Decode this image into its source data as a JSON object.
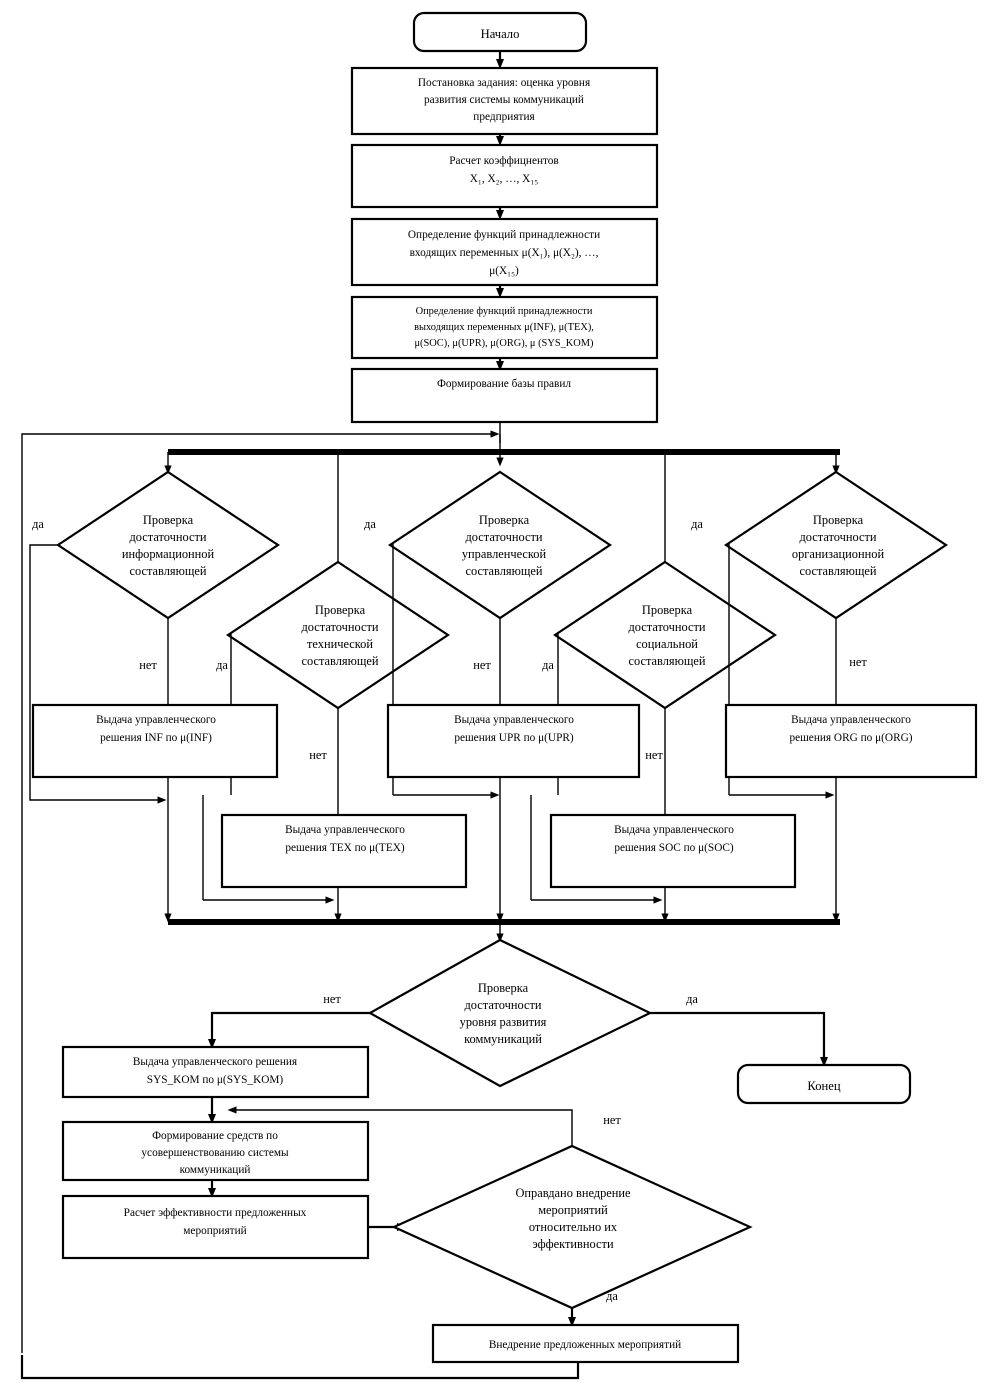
{
  "diagram": {
    "title": "Блок-схема алгоритма оценки уровня развития системы коммуникаций предприятия",
    "language": "ru",
    "background": "#ffffff",
    "line_color": "#000000",
    "fill_color": "#ffffff"
  },
  "nodes": {
    "start": {
      "type": "terminator",
      "label": "Начало"
    },
    "task": {
      "type": "process",
      "lines": [
        "Постановка задания: оценка уровня",
        "развития системы коммуникаций",
        "предприятия"
      ]
    },
    "coeff": {
      "type": "process",
      "lines": [
        "Расчет коэффицнентов",
        "X₁, X₂, …, X₁₅"
      ]
    },
    "mf_in": {
      "type": "process",
      "lines": [
        "Определение функций принадлежности",
        "входящих переменных μ(X₁), μ(X₂), …,",
        "μ(X₁₅)"
      ]
    },
    "mf_out": {
      "type": "process",
      "lines": [
        "Определение функций принадлежности",
        "выходящих переменных μ(INF), μ(TEX),",
        "μ(SOC), μ(UPR), μ(ORG), μ (SYS_KOM)"
      ]
    },
    "rules": {
      "type": "process",
      "lines": [
        "Формирование базы правил"
      ]
    },
    "d_inf": {
      "type": "decision",
      "lines": [
        "Проверка",
        "достаточности",
        "информационной",
        "составляющей"
      ]
    },
    "d_tex": {
      "type": "decision",
      "lines": [
        "Проверка",
        "достаточности",
        "технической",
        "составляющей"
      ]
    },
    "d_upr": {
      "type": "decision",
      "lines": [
        "Проверка",
        "достаточности",
        "управленческой",
        "составляющей"
      ]
    },
    "d_soc": {
      "type": "decision",
      "lines": [
        "Проверка",
        "достаточности",
        "социальной",
        "составляющей"
      ]
    },
    "d_org": {
      "type": "decision",
      "lines": [
        "Проверка",
        "достаточности",
        "организационной",
        "составляющей"
      ]
    },
    "out_inf": {
      "type": "process",
      "lines": [
        "Выдача управленческого",
        "решения INF по μ(INF)"
      ]
    },
    "out_tex": {
      "type": "process",
      "lines": [
        "Выдача управленческого",
        "решения TEX по μ(TEX)"
      ]
    },
    "out_upr": {
      "type": "process",
      "lines": [
        "Выдача управленческого",
        "решения UPR по μ(UPR)"
      ]
    },
    "out_soc": {
      "type": "process",
      "lines": [
        "Выдача управленческого",
        "решения SOC по μ(SOC)"
      ]
    },
    "out_org": {
      "type": "process",
      "lines": [
        "Выдача управленческого",
        "решения ORG по μ(ORG)"
      ]
    },
    "d_syskom": {
      "type": "decision",
      "lines": [
        "Проверка",
        "достаточности",
        "уровня развития",
        "коммуникаций"
      ]
    },
    "end": {
      "type": "terminator",
      "label": "Конец"
    },
    "out_syskom": {
      "type": "process",
      "lines": [
        "Выдача управленческого решения",
        "SYS_KOM по μ(SYS_KOM)"
      ]
    },
    "means": {
      "type": "process",
      "lines": [
        "Формирование средств по",
        "усовершенствованию системы",
        "коммуникаций"
      ]
    },
    "effect": {
      "type": "process",
      "lines": [
        "Расчет эффективности предложенных",
        "мероприятий"
      ]
    },
    "d_justified": {
      "type": "decision",
      "lines": [
        "Оправдано внедрение",
        "мероприятий",
        "относительно их",
        "эффективности"
      ]
    },
    "implement": {
      "type": "process",
      "lines": [
        "Внедрение предложенных мероприятий"
      ]
    }
  },
  "edge_labels": {
    "yes": "да",
    "no": "нет",
    "inf_yes": "да",
    "inf_no": "нет",
    "tex_yes": "да",
    "tex_no": "нет",
    "upr_yes": "да",
    "upr_no": "нет",
    "soc_yes": "да",
    "soc_no": "нет",
    "org_yes": "да",
    "org_no": "нет",
    "syskom_yes": "да",
    "syskom_no": "нет",
    "justified_yes": "да",
    "justified_no": "нет"
  }
}
